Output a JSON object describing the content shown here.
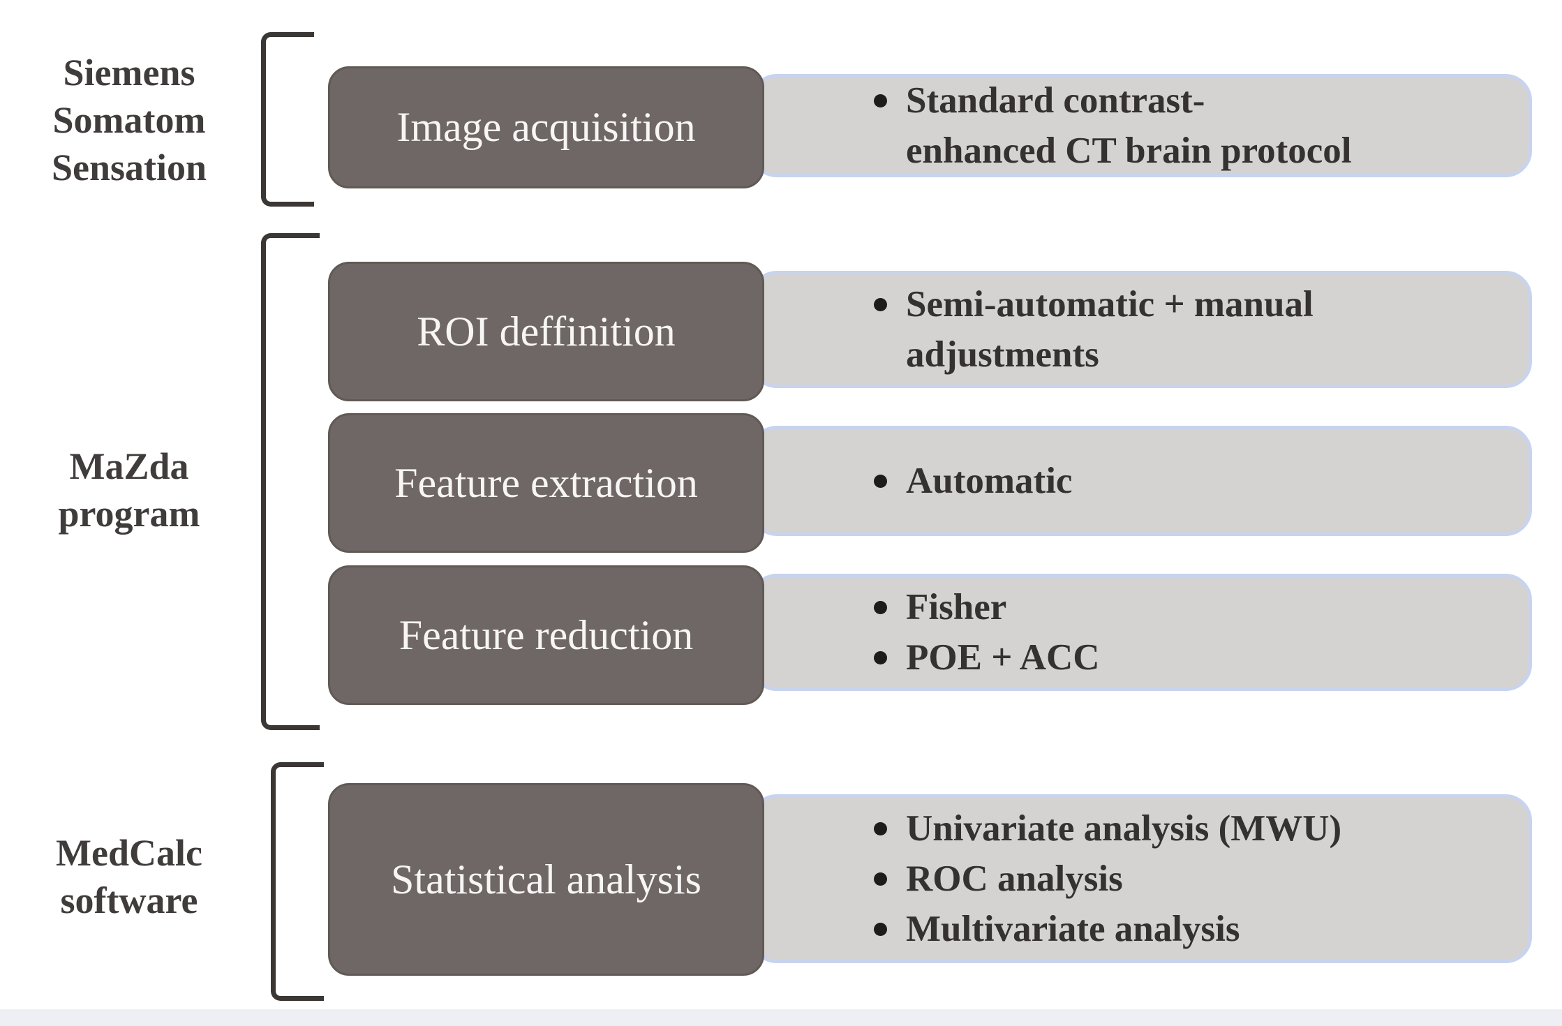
{
  "colors": {
    "stage_box": "#6e6765",
    "stage_text": "#f8f6f5",
    "detail_box": "#d5d3d1",
    "detail_border": "#c8d3ed",
    "detail_text": "#343130",
    "label_text": "#403c3b",
    "bracket": "#3b3734",
    "bottom_strip": "#edeff5"
  },
  "groups": [
    {
      "label_lines": [
        "Siemens",
        "Somatom",
        "Sensation"
      ],
      "rows": [
        {
          "title": "Image acquisition",
          "bullets": [
            {
              "lines": [
                "Standard contrast-",
                "enhanced CT brain protocol"
              ]
            }
          ]
        }
      ]
    },
    {
      "label_lines": [
        "MaZda",
        "program"
      ],
      "rows": [
        {
          "title": "ROI deffinition",
          "bullets": [
            {
              "lines": [
                "Semi-automatic + manual",
                "adjustments"
              ]
            }
          ]
        },
        {
          "title": "Feature extraction",
          "bullets": [
            {
              "lines": [
                "Automatic"
              ]
            }
          ]
        },
        {
          "title": "Feature reduction",
          "bullets": [
            {
              "lines": [
                "Fisher"
              ]
            },
            {
              "lines": [
                "POE + ACC"
              ]
            }
          ]
        }
      ]
    },
    {
      "label_lines": [
        "MedCalc",
        "software"
      ],
      "rows": [
        {
          "title": "Statistical analysis",
          "bullets": [
            {
              "lines": [
                "Univariate analysis (MWU)"
              ]
            },
            {
              "lines": [
                "ROC analysis"
              ]
            },
            {
              "lines": [
                "Multivariate analysis"
              ]
            }
          ]
        }
      ]
    }
  ]
}
